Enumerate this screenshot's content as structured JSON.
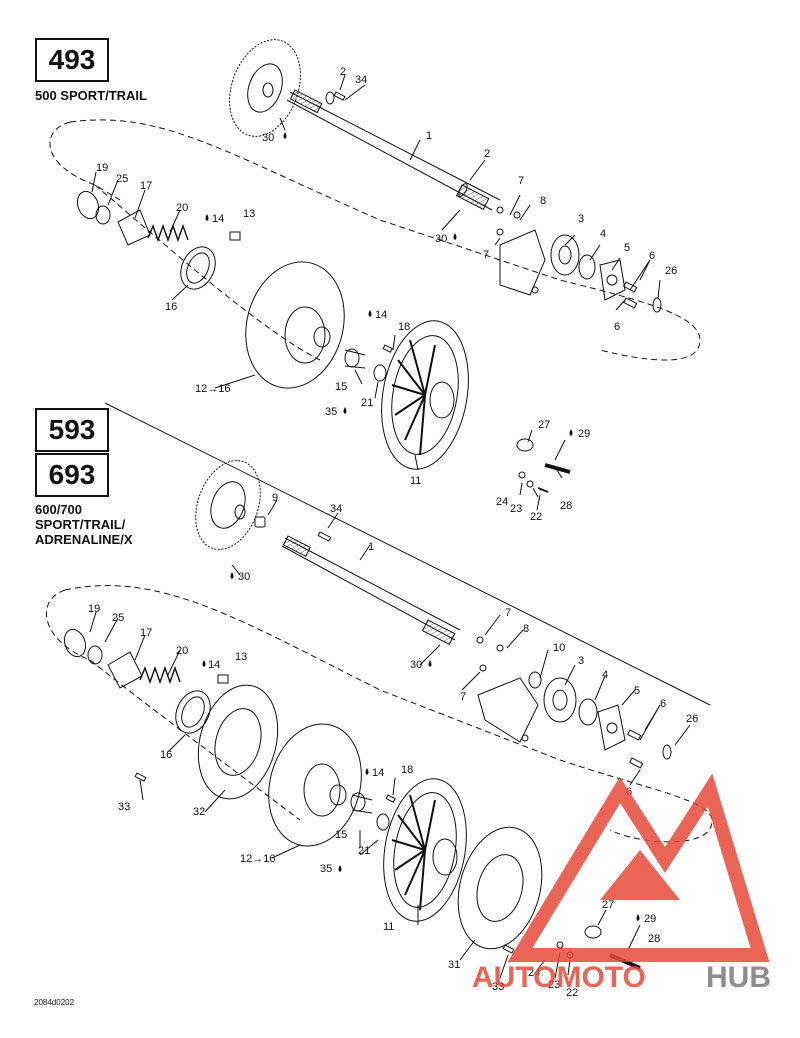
{
  "models": {
    "top_code": "493",
    "top_label": "500 SPORT/TRAIL",
    "bottom_code_1": "593",
    "bottom_code_2": "693",
    "bottom_label": [
      "600/700",
      "SPORT/TRAIL/",
      "ADRENALINE/X"
    ]
  },
  "drawing_code": "2084d0202",
  "watermark": {
    "part1": "AUTOMOTO",
    "part2": "HUB",
    "color_red": "#e84b3a",
    "color_gray": "#7a7a7a"
  },
  "top_callouts": {
    "c1": "1",
    "c2a": "2",
    "c2b": "2",
    "c3": "3",
    "c4": "4",
    "c5": "5",
    "c6a": "6",
    "c6b": "6",
    "c7a": "7",
    "c7b": "7",
    "c8": "8",
    "c11": "11",
    "c12": "12→16",
    "c13": "13",
    "c14a": "14",
    "c14b": "14",
    "c15": "15",
    "c16": "16",
    "c17": "17",
    "c18": "18",
    "c19": "19",
    "c20": "20",
    "c21": "21",
    "c22": "22",
    "c23": "23",
    "c24": "24",
    "c25": "25",
    "c26": "26",
    "c27": "27",
    "c28": "28",
    "c29": "29",
    "c30a": "30",
    "c30b": "30",
    "c34": "34",
    "c35": "35"
  },
  "bottom_callouts": {
    "c1": "1",
    "c3": "3",
    "c4": "4",
    "c5": "5",
    "c6a": "6",
    "c6b": "6",
    "c7a": "7",
    "c7b": "7",
    "c8": "8",
    "c9": "9",
    "c10": "10",
    "c11": "11",
    "c12": "12→16",
    "c13": "13",
    "c14a": "14",
    "c14b": "14",
    "c15": "15",
    "c16": "16",
    "c17": "17",
    "c18": "18",
    "c19": "19",
    "c20": "20",
    "c21": "21",
    "c22": "22",
    "c23": "23",
    "c24": "24",
    "c25": "25",
    "c26": "26",
    "c27": "27",
    "c28": "28",
    "c29": "29",
    "c30a": "30",
    "c30b": "30",
    "c31": "31",
    "c32": "32",
    "c33a": "33",
    "c33b": "33",
    "c34": "34",
    "c35": "35"
  }
}
